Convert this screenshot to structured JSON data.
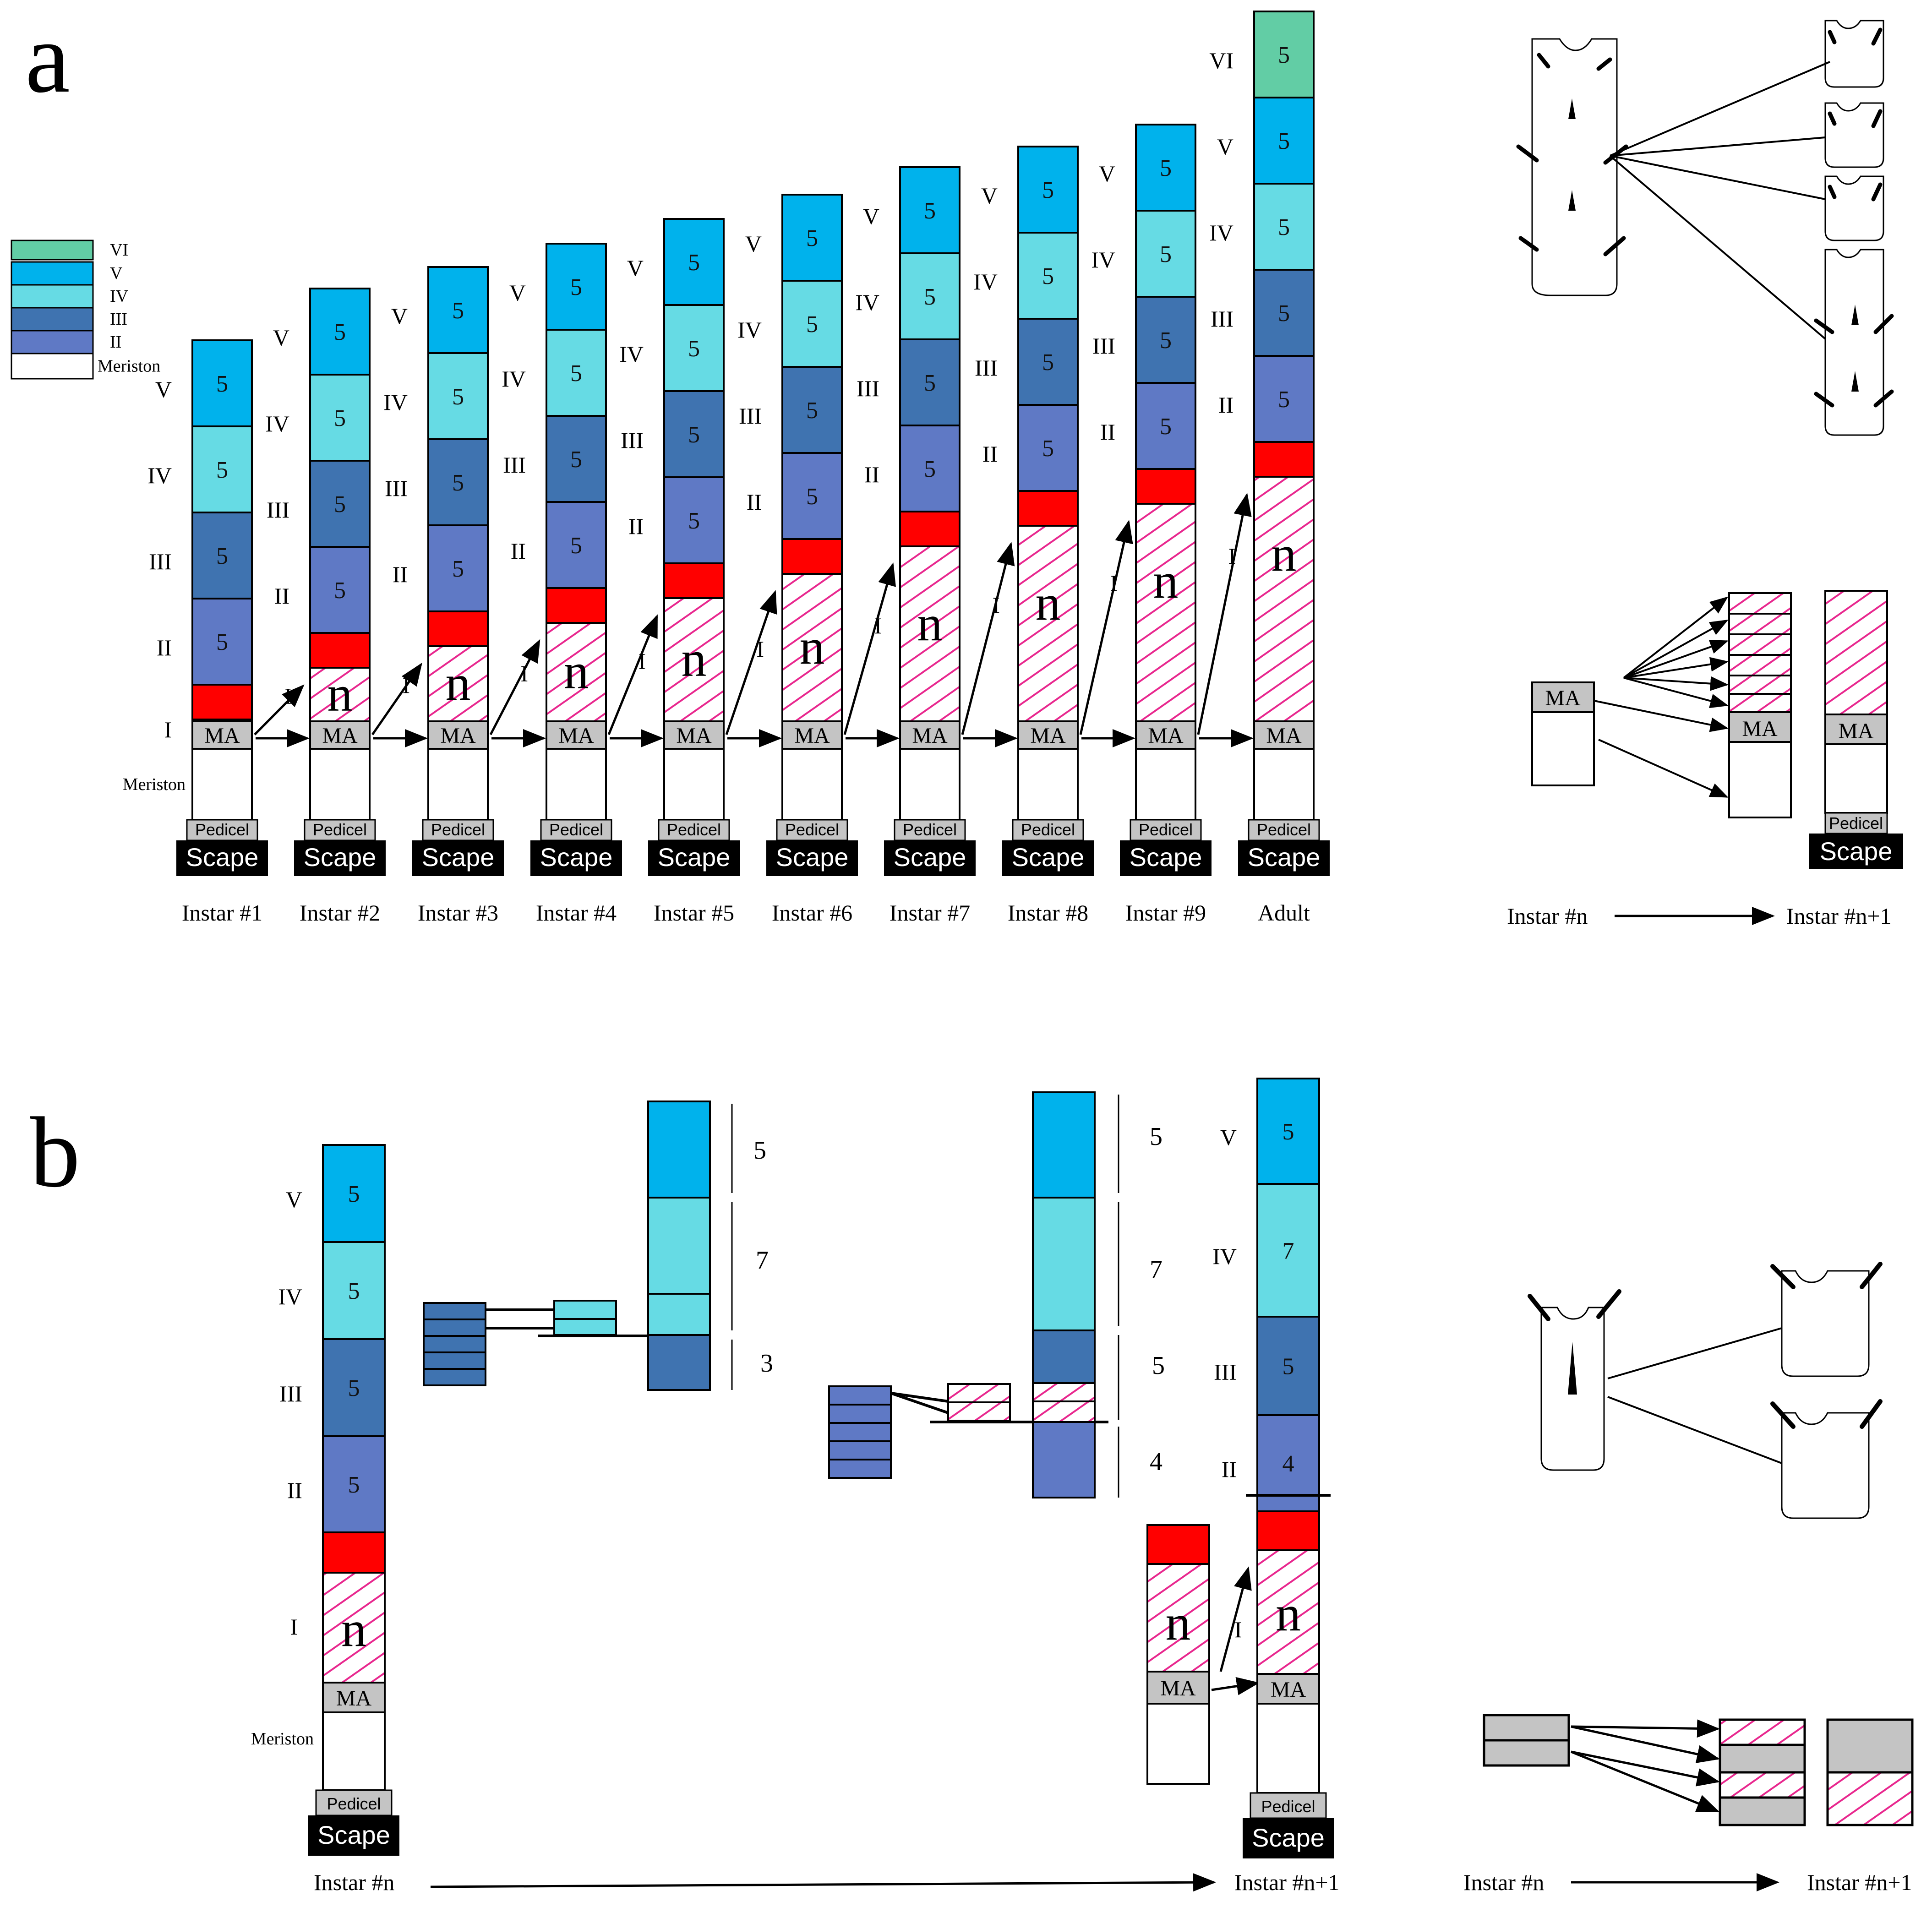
{
  "panel_labels": {
    "a": "a",
    "b": "b"
  },
  "colors": {
    "VI": "#62cda5",
    "V": "#00b2ec",
    "IV": "#66dbe4",
    "III": "#3f73b0",
    "II": "#5f79c5",
    "meriston": "#ffffff",
    "red_band": "#ff0000",
    "hatch": "#e8278e",
    "ma": "#c4c4c4",
    "scape": "#000000",
    "pedicel": "#c4c4c4"
  },
  "legend": [
    {
      "key": "VI",
      "label": "VI"
    },
    {
      "key": "V",
      "label": "V"
    },
    {
      "key": "IV",
      "label": "IV"
    },
    {
      "key": "III",
      "label": "III"
    },
    {
      "key": "II",
      "label": "II"
    },
    {
      "key": "meriston",
      "label": "Meriston"
    }
  ],
  "labels": {
    "ma": "MA",
    "n": "n",
    "pedicel": "Pedicel",
    "scape": "Scape",
    "meriston": "Meriston",
    "seg_count": "5",
    "rom_I": "I",
    "rom_II": "II",
    "rom_III": "III",
    "rom_IV": "IV",
    "rom_V": "V",
    "rom_VI": "VI"
  },
  "instars_a": [
    {
      "caption": "Instar #1",
      "segments": [
        "V",
        "IV",
        "III",
        "II"
      ]
    },
    {
      "caption": "Instar #2",
      "segments": [
        "V",
        "IV",
        "III",
        "II"
      ]
    },
    {
      "caption": "Instar #3",
      "segments": [
        "V",
        "IV",
        "III",
        "II"
      ]
    },
    {
      "caption": "Instar #4",
      "segments": [
        "V",
        "IV",
        "III",
        "II"
      ]
    },
    {
      "caption": "Instar #5",
      "segments": [
        "V",
        "IV",
        "III",
        "II"
      ]
    },
    {
      "caption": "Instar #6",
      "segments": [
        "V",
        "IV",
        "III",
        "II"
      ]
    },
    {
      "caption": "Instar #7",
      "segments": [
        "V",
        "IV",
        "III",
        "II"
      ]
    },
    {
      "caption": "Instar #8",
      "segments": [
        "V",
        "IV",
        "III",
        "II"
      ]
    },
    {
      "caption": "Instar #9",
      "segments": [
        "V",
        "IV",
        "III",
        "II"
      ]
    },
    {
      "caption": "Adult",
      "segments": [
        "VI",
        "V",
        "IV",
        "III",
        "II"
      ]
    }
  ],
  "schematic_a": {
    "from": "Instar #n",
    "to": "Instar #n+1"
  },
  "panel_b": {
    "left_column": [
      {
        "key": "V",
        "roman": "V",
        "count": "5"
      },
      {
        "key": "IV",
        "roman": "IV",
        "count": "5"
      },
      {
        "key": "III",
        "roman": "III",
        "count": "5"
      },
      {
        "key": "II",
        "roman": "II",
        "count": "5"
      }
    ],
    "middle_counts": [
      "5",
      "7",
      "3"
    ],
    "right_counts": [
      "5",
      "7",
      "5",
      "4"
    ],
    "right_column": [
      {
        "key": "V",
        "roman": "V",
        "count": "5"
      },
      {
        "key": "IV",
        "roman": "IV",
        "count": "7"
      },
      {
        "key": "III",
        "roman": "III",
        "count": "5"
      },
      {
        "key": "II",
        "roman": "II",
        "count": "4"
      }
    ],
    "caption_from": "Instar #n",
    "caption_to": "Instar #n+1",
    "schematic_from": "Instar #n",
    "schematic_to": "Instar #n+1"
  }
}
